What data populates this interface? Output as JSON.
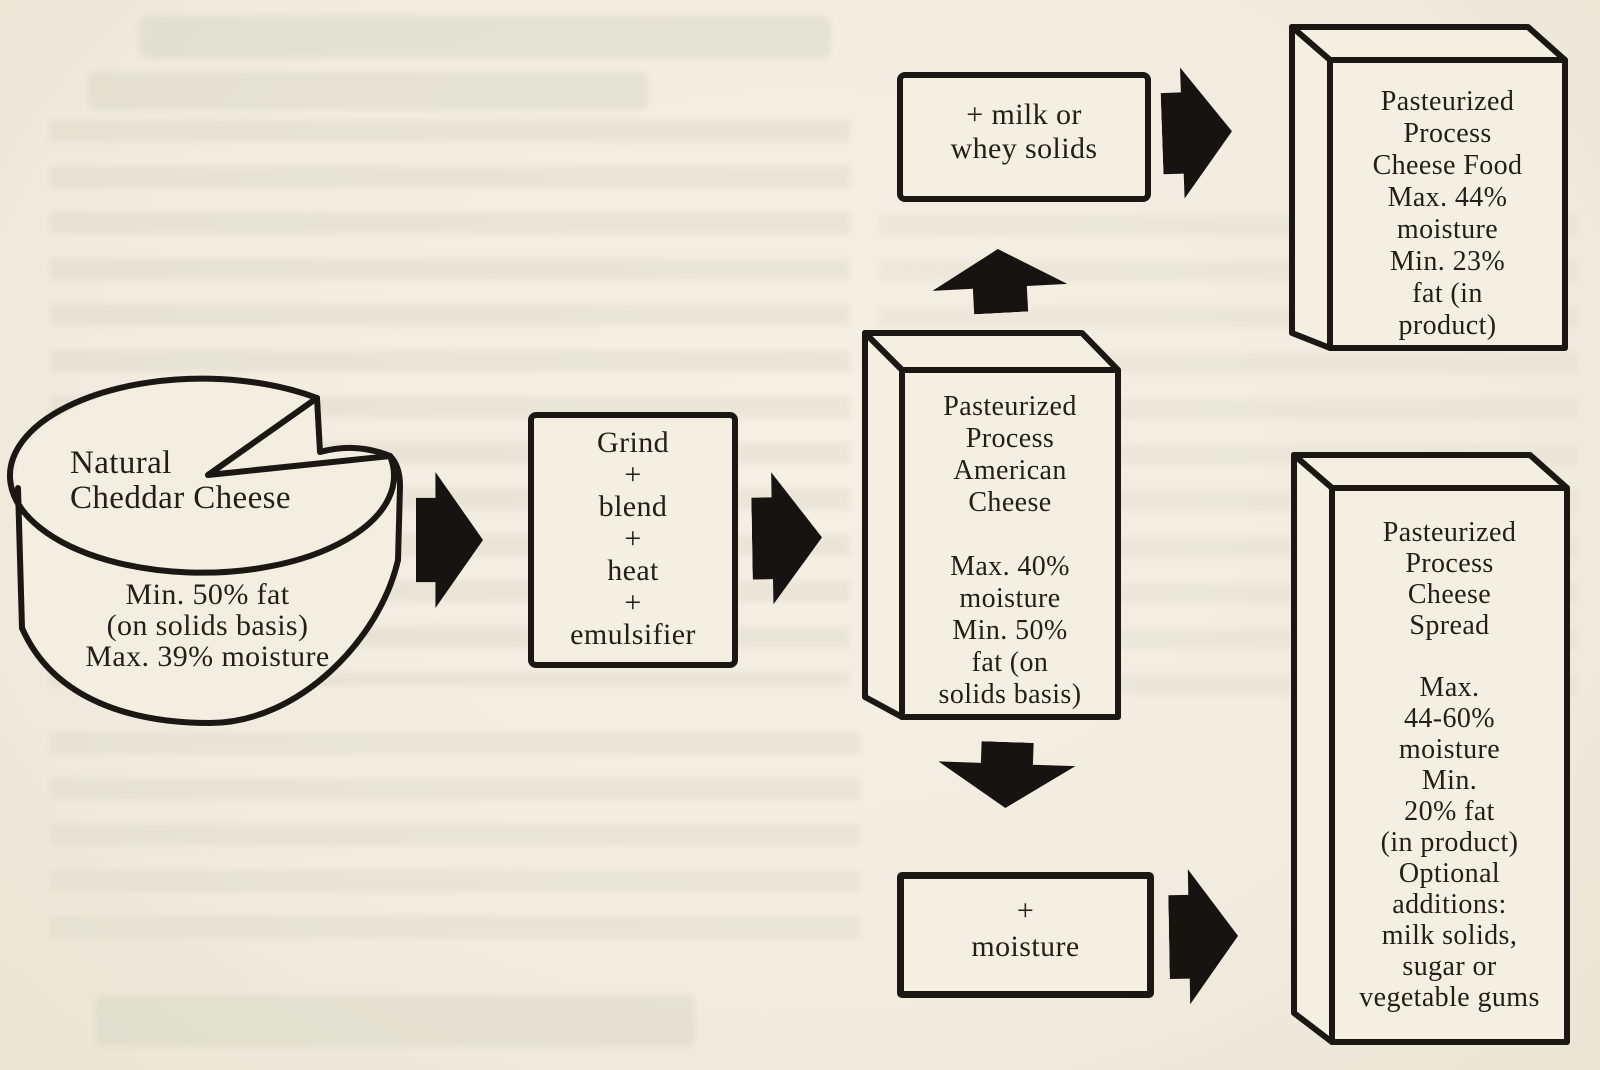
{
  "figure": {
    "description_colors": {
      "paper": "#f0ecdf",
      "ink": "#1b1712",
      "box_fill": "#f3efe1"
    },
    "natural_cheese": {
      "top_label": "Natural\nCheddar Cheese",
      "side_label": "Min. 50% fat\n(on solids basis)\nMax. 39% moisture"
    },
    "process_step": {
      "label": "Grind\n+\nblend\n+\nheat\n+\nemulsifier"
    },
    "american_cheese": {
      "label": "Pasteurized\nProcess\nAmerican\nCheese\n\nMax. 40%\nmoisture\nMin. 50%\nfat (on\nsolids basis)"
    },
    "milk_addition": {
      "label": "+ milk or\nwhey solids"
    },
    "cheese_food": {
      "label": "Pasteurized\nProcess\nCheese Food\nMax. 44%\nmoisture\nMin. 23%\nfat (in\nproduct)"
    },
    "moisture_addition": {
      "label": "+\nmoisture"
    },
    "cheese_spread": {
      "label": "Pasteurized\nProcess\nCheese\nSpread\n\nMax.\n44-60%\nmoisture\nMin.\n20% fat\n(in product)\nOptional\nadditions:\nmilk solids,\nsugar or\nvegetable gums"
    }
  }
}
